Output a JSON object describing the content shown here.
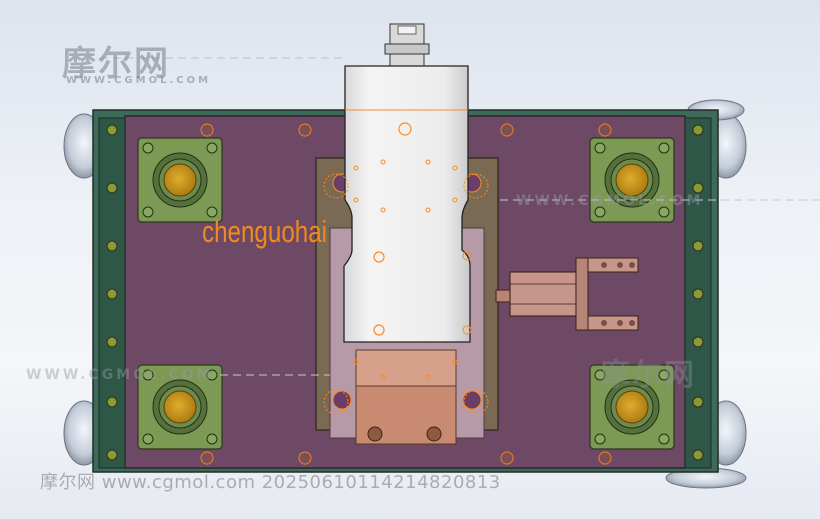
{
  "watermark": {
    "logo_text": "摩尔网",
    "logo_subtext": "WWW.CGMOL.COM",
    "url_right": "WWW.CGMOL.COM",
    "url_left": "WWW.CGMOL.COM",
    "logo_right": "摩尔网"
  },
  "author_label": "chenguohai",
  "footer_text": "摩尔网 www.cgmol.com 20250610114214820813",
  "colors": {
    "plate": "#6e4a66",
    "frame": "#3f6d5a",
    "bearing_block": "#7d9a55",
    "bearing_core": "#c8961c",
    "cylinder": "#e9e9e9",
    "sketch_lines": "#ff8a20",
    "wheel": "#b9c2d0"
  },
  "icons": {
    "bearing": "pillow-block-bearing-icon",
    "bolt": "hex-bolt-icon",
    "wheel": "caster-wheel-icon"
  }
}
